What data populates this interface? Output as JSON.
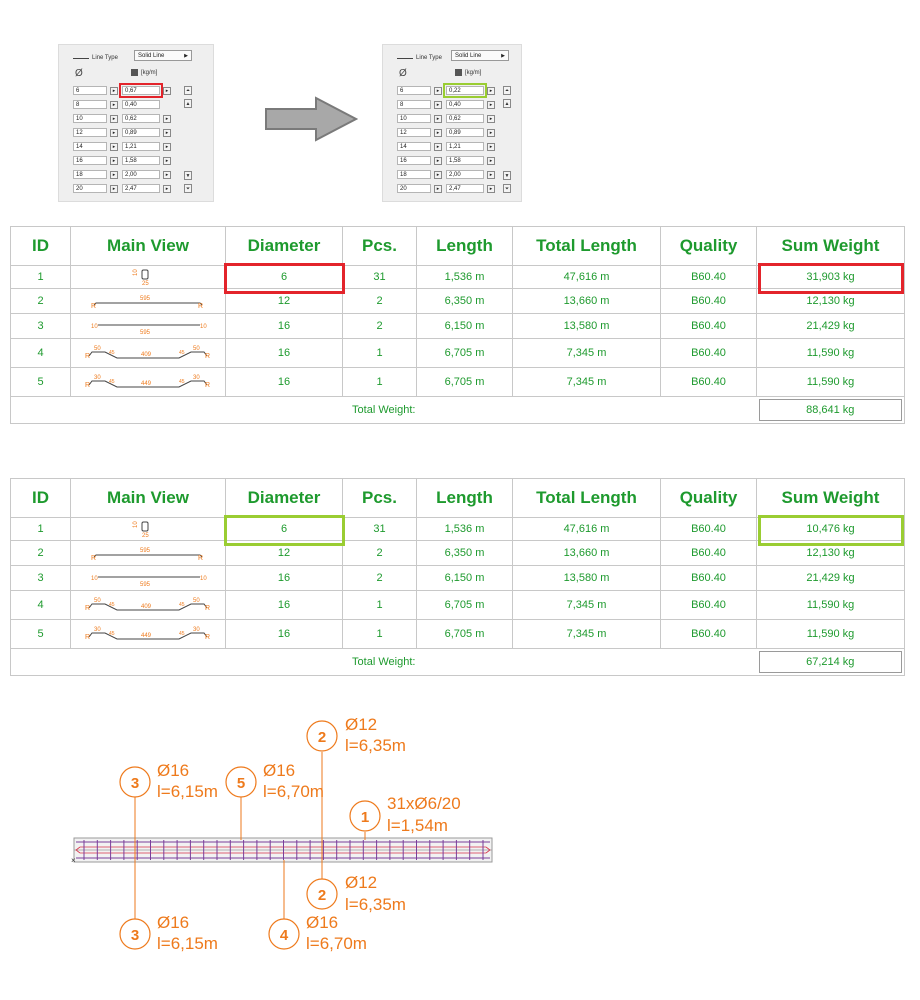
{
  "panel_before": {
    "line_type_label": "Line Type",
    "line_type_value": "Solid Line",
    "diameter_symbol": "Ø",
    "unit_label": "[kg/m]",
    "rows": [
      {
        "d": "6",
        "v": "0,67"
      },
      {
        "d": "8",
        "v": "0,40"
      },
      {
        "d": "10",
        "v": "0,62"
      },
      {
        "d": "12",
        "v": "0,89"
      },
      {
        "d": "14",
        "v": "1,21"
      },
      {
        "d": "16",
        "v": "1,58"
      },
      {
        "d": "18",
        "v": "2,00"
      },
      {
        "d": "20",
        "v": "2,47"
      }
    ]
  },
  "panel_after": {
    "line_type_label": "Line Type",
    "line_type_value": "Solid Line",
    "diameter_symbol": "Ø",
    "unit_label": "[kg/m]",
    "rows": [
      {
        "d": "6",
        "v": "0,22"
      },
      {
        "d": "8",
        "v": "0,40"
      },
      {
        "d": "10",
        "v": "0,62"
      },
      {
        "d": "12",
        "v": "0,89"
      },
      {
        "d": "14",
        "v": "1,21"
      },
      {
        "d": "16",
        "v": "1,58"
      },
      {
        "d": "18",
        "v": "2,00"
      },
      {
        "d": "20",
        "v": "2,47"
      }
    ]
  },
  "headers": {
    "id": "ID",
    "main_view": "Main View",
    "diameter": "Diameter",
    "pcs": "Pcs.",
    "length": "Length",
    "total_length": "Total Length",
    "quality": "Quality",
    "sum_weight": "Sum Weight"
  },
  "table1": {
    "rows": [
      {
        "id": "1",
        "diameter": "6",
        "pcs": "31",
        "length": "1,536 m",
        "total_length": "47,616 m",
        "quality": "B60.40",
        "sum_weight": "31,903 kg"
      },
      {
        "id": "2",
        "diameter": "12",
        "pcs": "2",
        "length": "6,350 m",
        "total_length": "13,660 m",
        "quality": "B60.40",
        "sum_weight": "12,130 kg"
      },
      {
        "id": "3",
        "diameter": "16",
        "pcs": "2",
        "length": "6,150 m",
        "total_length": "13,580 m",
        "quality": "B60.40",
        "sum_weight": "21,429 kg"
      },
      {
        "id": "4",
        "diameter": "16",
        "pcs": "1",
        "length": "6,705 m",
        "total_length": "7,345 m",
        "quality": "B60.40",
        "sum_weight": "11,590 kg"
      },
      {
        "id": "5",
        "diameter": "16",
        "pcs": "1",
        "length": "6,705 m",
        "total_length": "7,345 m",
        "quality": "B60.40",
        "sum_weight": "11,590 kg"
      }
    ],
    "total_label": "Total Weight:",
    "total_value": "88,641 kg"
  },
  "table2": {
    "rows": [
      {
        "id": "1",
        "diameter": "6",
        "pcs": "31",
        "length": "1,536 m",
        "total_length": "47,616 m",
        "quality": "B60.40",
        "sum_weight": "10,476 kg"
      },
      {
        "id": "2",
        "diameter": "12",
        "pcs": "2",
        "length": "6,350 m",
        "total_length": "13,660 m",
        "quality": "B60.40",
        "sum_weight": "12,130 kg"
      },
      {
        "id": "3",
        "diameter": "16",
        "pcs": "2",
        "length": "6,150 m",
        "total_length": "13,580 m",
        "quality": "B60.40",
        "sum_weight": "21,429 kg"
      },
      {
        "id": "4",
        "diameter": "16",
        "pcs": "1",
        "length": "6,705 m",
        "total_length": "7,345 m",
        "quality": "B60.40",
        "sum_weight": "11,590 kg"
      },
      {
        "id": "5",
        "diameter": "16",
        "pcs": "1",
        "length": "6,705 m",
        "total_length": "7,345 m",
        "quality": "B60.40",
        "sum_weight": "11,590 kg"
      }
    ],
    "total_label": "Total Weight:",
    "total_value": "67,214 kg"
  },
  "shape_labels": {
    "s1_a": "10",
    "s1_b": "25",
    "s2_len": "595",
    "s3_len": "595",
    "s4_a": "50",
    "s4_b": "45",
    "s4_mid": "409",
    "s4_c": "45",
    "s4_d": "50",
    "s5_a": "30",
    "s5_b": "45",
    "s5_mid": "449",
    "s5_c": "45",
    "s5_d": "30"
  },
  "callouts": [
    {
      "num": "2",
      "line1": "Ø12",
      "line2": "l=6,35m"
    },
    {
      "num": "3",
      "line1": "Ø16",
      "line2": "l=6,15m"
    },
    {
      "num": "5",
      "line1": "Ø16",
      "line2": "l=6,70m"
    },
    {
      "num": "1",
      "line1": "31xØ6/20",
      "line2": "l=1,54m"
    },
    {
      "num": "2",
      "line1": "Ø12",
      "line2": "l=6,35m"
    },
    {
      "num": "3",
      "line1": "Ø16",
      "line2": "l=6,15m"
    },
    {
      "num": "4",
      "line1": "Ø16",
      "line2": "l=6,70m"
    }
  ],
  "colors": {
    "table_text": "#1e9a2e",
    "highlight_before": "#e3242b",
    "highlight_after": "#9acd32",
    "drawing_orange": "#ee7a1c",
    "rebar_purple": "#7a3d9a"
  }
}
